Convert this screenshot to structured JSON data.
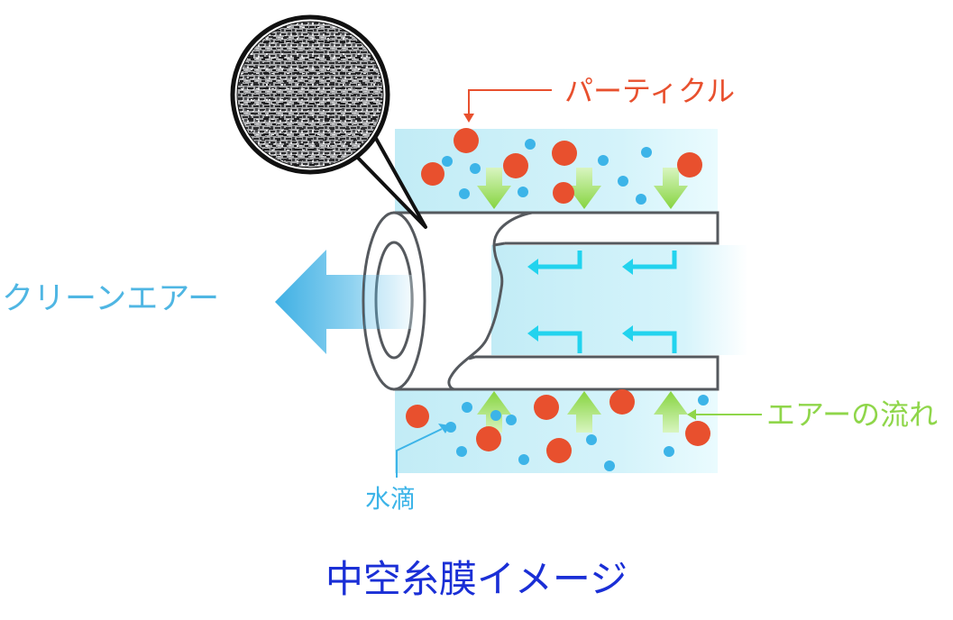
{
  "labels": {
    "particle": "パーティクル",
    "clean_air": "クリーンエアー",
    "air_flow": "エアーの流れ",
    "water_drop": "水滴",
    "title": "中空糸膜イメージ"
  },
  "colors": {
    "particle": "#e8502e",
    "water_drop": "#3cb4e8",
    "clean_air": "#4fb6e3",
    "air_flow": "#8fd64a",
    "title": "#1a2fd6",
    "band": "#c6eef7",
    "tube_line": "#55595e",
    "inner_arrow": "#22d3ee"
  },
  "icons": [
    "magnifier-circle",
    "clean-air-arrow",
    "flow-arrow-down",
    "flow-arrow-up",
    "inner-flow-arrow"
  ]
}
